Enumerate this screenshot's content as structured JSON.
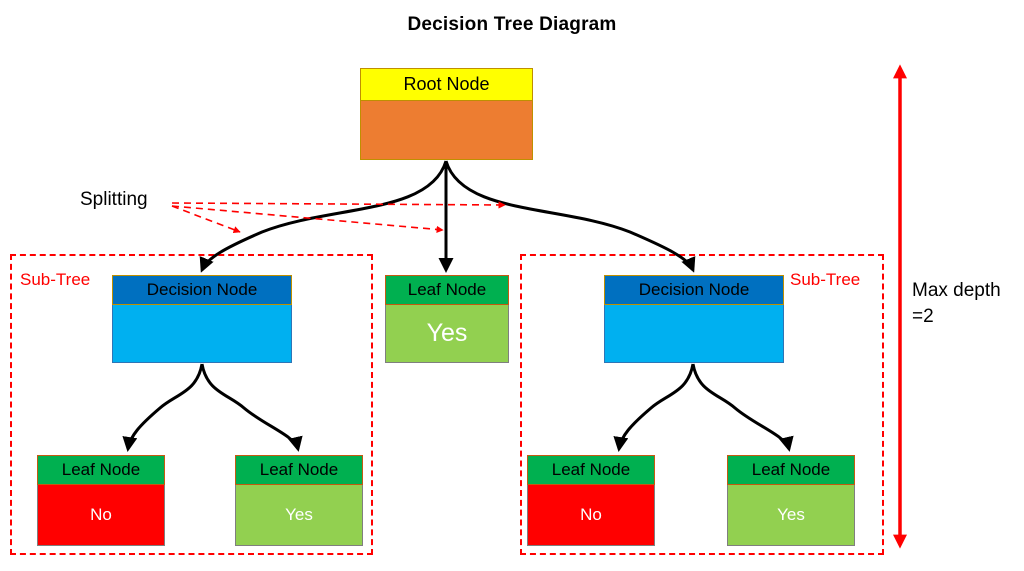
{
  "title": "Decision Tree Diagram",
  "annotations": {
    "splitting": "Splitting",
    "max_depth_line1": "Max depth",
    "max_depth_line2": "=2",
    "subtree_left": "Sub-Tree",
    "subtree_right": "Sub-Tree"
  },
  "nodes": {
    "root": {
      "header": "Root Node",
      "body": ""
    },
    "decision_left": {
      "header": "Decision Node",
      "body": ""
    },
    "decision_right": {
      "header": "Decision Node",
      "body": ""
    },
    "leaf_middle": {
      "header": "Leaf Node",
      "body": "Yes"
    },
    "leaf_left_left": {
      "header": "Leaf Node",
      "body": "No"
    },
    "leaf_left_right": {
      "header": "Leaf Node",
      "body": "Yes"
    },
    "leaf_right_left": {
      "header": "Leaf Node",
      "body": "No"
    },
    "leaf_right_right": {
      "header": "Leaf Node",
      "body": "Yes"
    }
  },
  "colors": {
    "root_header": "#FFFF00",
    "root_body": "#ED7D31",
    "decision_header": "#0070C0",
    "decision_body": "#00B0F0",
    "leaf_header": "#00B050",
    "leaf_yes_body": "#92D050",
    "leaf_no_body": "#FF0000",
    "annotation_red": "#FF0000",
    "connector_black": "#000000",
    "text_black": "#000000",
    "text_white": "#FFFFFF"
  }
}
